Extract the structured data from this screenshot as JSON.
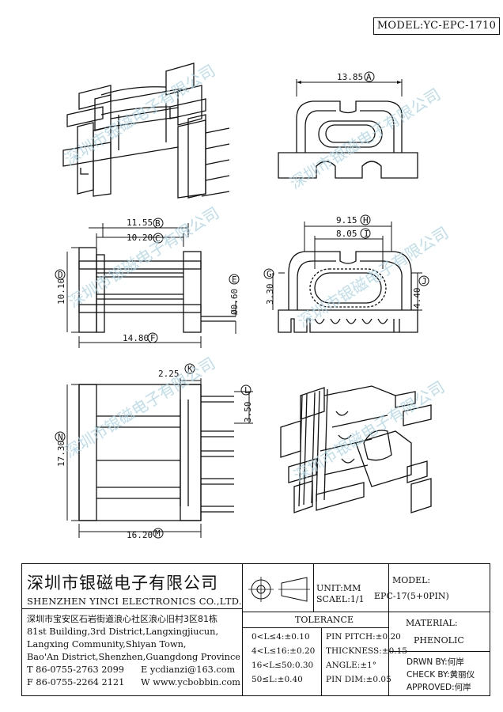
{
  "header": {
    "model": "MODEL:YC-EPC-1710"
  },
  "dimensions": {
    "a": "13.85",
    "a_tag": "A",
    "b": "11.55",
    "b_tag": "B",
    "c": "10.20",
    "c_tag": "C",
    "d": "10.10",
    "d_tag": "D",
    "e": "Ø0.60",
    "e_tag": "E",
    "f": "14.80",
    "f_tag": "F",
    "g": "3.30",
    "g_tag": "G",
    "h": "9.15",
    "h_tag": "H",
    "i": "8.05",
    "i_tag": "I",
    "j": "4.40",
    "j_tag": "J",
    "k": "2.25",
    "k_tag": "K",
    "l": "3.50",
    "l_tag": "L",
    "m": "16.20",
    "m_tag": "M",
    "n": "17.30",
    "n_tag": "N"
  },
  "watermark": "深圳市银磁电子有限公司",
  "company": {
    "name_cn": "深圳市银磁电子有限公司",
    "name_en": "SHENZHEN YINCI ELECTRONICS CO.,LTD.",
    "address_cn": "深圳市宝安区石岩街道浪心社区浪心旧村3区81栋",
    "address_1": "81st Building,3rd District,Langxingjiucun,",
    "address_2": "Langxing Community,Shiyan Town,",
    "address_3": "Bao'An District,Shenzhen,Guangdong Province",
    "tel": "T 86-0755-2763 2099",
    "email": "E ycdianzi@163.com",
    "fax": "F 86-0755-2264 2121",
    "web": "W www.ycbobbin.com"
  },
  "units": {
    "unit": "UNIT:MM",
    "scale": "SCAEL:1/1"
  },
  "tolerance": {
    "title": "TOLERANCE",
    "left": [
      "0<L≤4:±0.10",
      "4<L≤16:±0.20",
      "16<L≤50:0.30",
      "50≤L:±0.40"
    ],
    "right": [
      "PIN PITCH:±0.20",
      "THICKNESS:±0.15",
      "ANGLE:±1°",
      "PIN DIM:±0.05"
    ]
  },
  "model_info": {
    "label": "MODEL:",
    "value": "EPC-17(5+0PIN)"
  },
  "material": {
    "label": "MATERIAL:",
    "value": "PHENOLIC"
  },
  "approvals": {
    "drawn": "DRWN BY:何岸",
    "check": "CHECK BY:黄丽仪",
    "approved": "APPROVED:何岸"
  }
}
